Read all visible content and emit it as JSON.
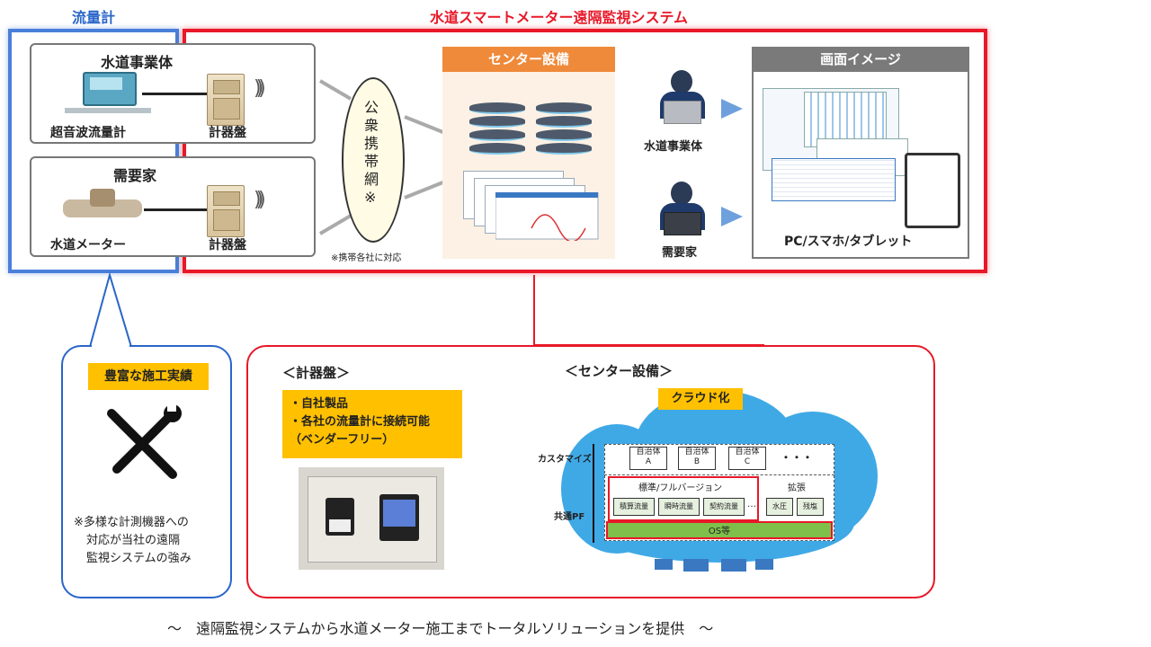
{
  "flowmeter_title": "流量計",
  "system_title": "水道スマートメーター遠隔監視システム",
  "utility_box": {
    "title": "水道事業体",
    "meter_label": "超音波流量計",
    "panel_label": "計器盤"
  },
  "consumer_box": {
    "title": "需要家",
    "meter_label": "水道メーター",
    "panel_label": "計器盤"
  },
  "network": {
    "label": "公衆携帯網※",
    "note": "※携帯各社に対応"
  },
  "center": {
    "title": "センター設備"
  },
  "users": {
    "utility": "水道事業体",
    "consumer": "需要家"
  },
  "screen": {
    "title": "画面イメージ",
    "devices": "PC/スマホ/タブレット"
  },
  "left_callout": {
    "tag": "豊富な施工実績",
    "icon": "tools-icon",
    "note_lines": [
      "※多様な計測機器への",
      "対応が当社の遠隔",
      "監視システムの強み"
    ]
  },
  "right_callout": {
    "panel_heading": "＜計器盤＞",
    "panel_points": [
      "・自社製品",
      "・各社の流量計に接続可能",
      "（ベンダーフリー）"
    ],
    "center_heading": "＜センター設備＞",
    "cloud_tag": "クラウド化",
    "customize_label": "カスタマイズ",
    "common_label": "共通PF",
    "municipalities": [
      {
        "line1": "自治体",
        "line2": "A"
      },
      {
        "line1": "自治体",
        "line2": "B"
      },
      {
        "line1": "自治体",
        "line2": "C"
      }
    ],
    "ellipsis": "・・・",
    "standard_label": "標準/フルバージョン",
    "standard_items": [
      "積算流量",
      "瞬時流量",
      "契約流量"
    ],
    "standard_more": "…",
    "extension_label": "拡張",
    "extension_items": [
      "水圧",
      "残塩"
    ],
    "os_label": "OS等"
  },
  "footer": "～　遠隔監視システムから水道メーター施工までトータルソリューションを提供　～",
  "colors": {
    "blue_frame": "#4a7fd9",
    "red_frame": "#e81828",
    "orange": "#ef8a3a",
    "yellow": "#ffc000",
    "cloud": "#3fa9e6"
  }
}
